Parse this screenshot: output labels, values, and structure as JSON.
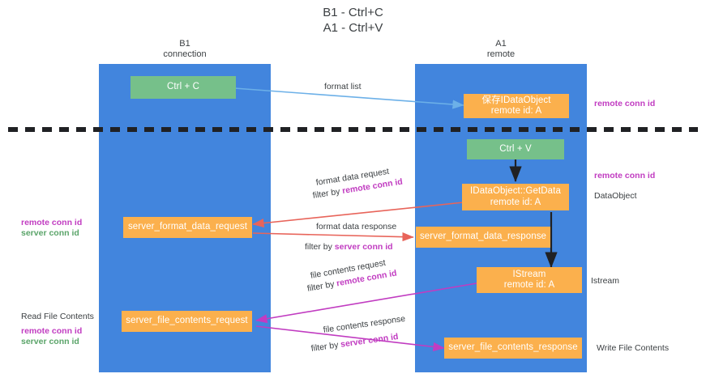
{
  "title": {
    "line1": "B1 - Ctrl+C",
    "line2": "A1 - Ctrl+V"
  },
  "lanes": [
    {
      "id": "b1",
      "name": "B1",
      "sub": "connection"
    },
    {
      "id": "a1",
      "name": "A1",
      "sub": "remote"
    }
  ],
  "colors": {
    "lane": "#4285dd",
    "green_box": "#76c08a",
    "orange_box": "#fbb04d",
    "purple_text": "#c13cc1",
    "green_text": "#5aa469",
    "blue_arrow": "#6cb0e8",
    "red_arrow": "#e8645a",
    "black_arrow": "#202124",
    "magenta_arrow": "#c13cc1",
    "divider": "#202124",
    "page_bg": "#ffffff",
    "text": "#3c4043"
  },
  "boxes": {
    "ctrl_c": {
      "line1": "Ctrl + C"
    },
    "save_idata": {
      "line1": "保存IDataObject",
      "line2": "remote id: A"
    },
    "ctrl_v": {
      "line1": "Ctrl + V"
    },
    "getdata": {
      "line1": "IDataObject::GetData",
      "line2": "remote id: A"
    },
    "fmt_req": {
      "line1": "server_format_data_request"
    },
    "fmt_res": {
      "line1": "server_format_data_response"
    },
    "istream": {
      "line1": "IStream",
      "line2": "remote id: A"
    },
    "file_req": {
      "line1": "server_file_contents_request"
    },
    "file_res": {
      "line1": "server_file_contents_response"
    }
  },
  "arrow_labels": {
    "format_list": "format list",
    "format_data_request": "format data request",
    "format_data_request_filter_prefix": "filter by ",
    "format_data_request_filter_key": "remote conn id",
    "format_data_response": "format data response",
    "format_data_response_filter_prefix": "filter by ",
    "format_data_response_filter_key": "server conn id",
    "file_contents_request": "file contents request",
    "file_contents_request_filter_prefix": "filter by ",
    "file_contents_request_filter_key": "remote conn id",
    "file_contents_response": "file contents response",
    "file_contents_response_filter_prefix": "filter by ",
    "file_contents_response_filter_key": "server conn id"
  },
  "side_labels": {
    "right_remote_conn_id_top": "remote conn id",
    "right_remote_conn_id_mid": "remote conn id",
    "right_dataobject": "DataObject",
    "right_istream": "Istream",
    "right_write_file_contents": "Write File Contents",
    "left_remote_conn_id_1": "remote conn id",
    "left_server_conn_id_1": "server conn id",
    "left_read_file_contents": "Read File Contents",
    "left_remote_conn_id_2": "remote conn id",
    "left_server_conn_id_2": "server conn id"
  }
}
